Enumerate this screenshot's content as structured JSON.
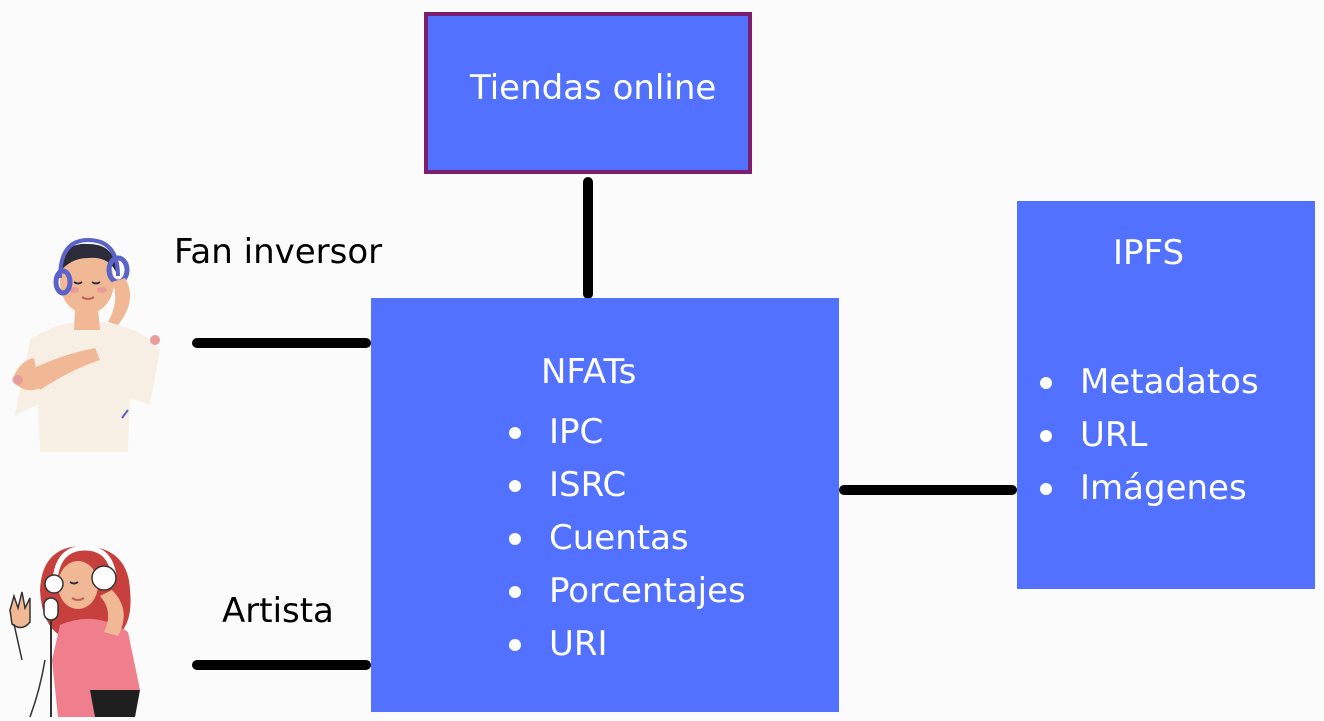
{
  "stores": {
    "title": "Tiendas online"
  },
  "nfats": {
    "title": "NFATs",
    "items": [
      "IPC",
      "ISRC",
      "Cuentas",
      "Porcentajes",
      "URI"
    ]
  },
  "ipfs": {
    "title": "IPFS",
    "items": [
      "Metadatos",
      "URL",
      "Imágenes"
    ]
  },
  "actors": {
    "fan": {
      "label": "Fan inversor",
      "icon": "fan-listening-headphones-icon"
    },
    "artist": {
      "label": "Artista",
      "icon": "artist-singing-microphone-icon"
    }
  },
  "colors": {
    "box_fill": "#5271ff",
    "box_text": "#ffffff",
    "stores_border": "#7b1e6e",
    "connector": "#000000"
  }
}
